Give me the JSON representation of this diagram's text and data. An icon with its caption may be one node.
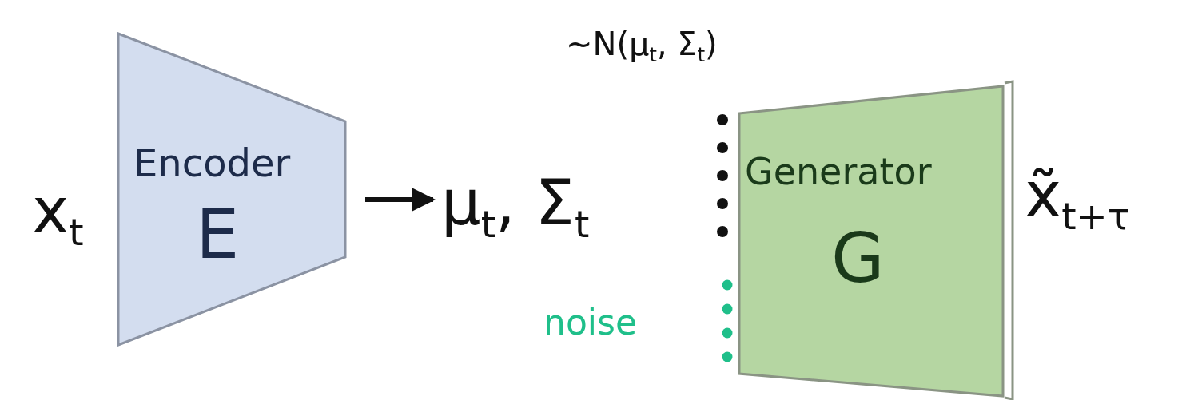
{
  "diagram": {
    "nodes": [
      {
        "text": [
          "x$_{t}$"
        ]
      },
      {
        "text": [
          "Encoder",
          "E"
        ]
      },
      {
        "text": [
          "μ$_{t}$, Σ$_{t}$"
        ]
      },
      {
        "text": [
          "Generator",
          "G"
        ]
      },
      {
        "text": [
          "x̃$_{t+τ}$"
        ]
      }
    ],
    "edges": [
      {
        "from": 1,
        "to": 2,
        "arrow": "to"
      }
    ],
    "labels": [
      "~N(μ$_{t}$, Σ$_{t}$)",
      "noise"
    ]
  }
}
